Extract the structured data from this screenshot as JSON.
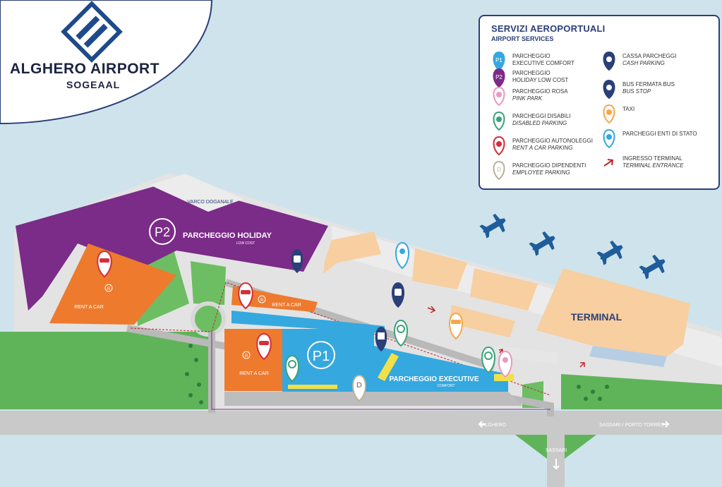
{
  "logo": {
    "name": "ALGHERO AIRPORT",
    "sub": "SOGEAAL"
  },
  "legend": {
    "title": "SERVIZI AEROPORTUALI",
    "subtitle": "AIRPORT SERVICES",
    "items_left": [
      {
        "line1": "PARCHEGGIO",
        "line2": "EXECUTIVE COMFORT",
        "italic": "",
        "color": "#35a8df",
        "glyph": "P1"
      },
      {
        "line1": "PARCHEGGIO",
        "line2": "HOLIDAY LOW COST",
        "italic": "",
        "color": "#7b2b88",
        "glyph": "P2"
      },
      {
        "line1": "PARCHEGGIO ROSA",
        "line2": "",
        "italic": "PINK PARK",
        "color": "#e89bc2",
        "glyph": "person"
      },
      {
        "line1": "PARCHEGGI DISABILI",
        "line2": "",
        "italic": "DISABLED PARKING",
        "color": "#3aa37a",
        "glyph": "wheelchair"
      },
      {
        "line1": "PARCHEGGIO AUTONOLEGGI",
        "line2": "",
        "italic": "RENT A CAR PARKING",
        "color": "#d32f3a",
        "glyph": "car"
      },
      {
        "line1": "PARCHEGGIO DIPENDENTI",
        "line2": "",
        "italic": "EMPLOYEE PARKING",
        "color": "#b9b29a",
        "glyph": "D"
      }
    ],
    "items_right": [
      {
        "line1": "CASSA PARCHEGGI",
        "italic": "CASH PARKING",
        "color": "#2b3f78",
        "glyph": "cash"
      },
      {
        "line1": "BUS FERMATA BUS",
        "italic": "BUS STOP",
        "color": "#2b3f78",
        "glyph": "bus"
      },
      {
        "line1": "TAXI",
        "italic": "",
        "color": "#f4a84a",
        "glyph": "taxi"
      },
      {
        "line1": "PARCHEGGI ENTI DI STATO",
        "italic": "",
        "color": "#35a8df",
        "glyph": "officer"
      },
      {
        "line1": "INGRESSO TERMINAL",
        "italic": "TERMINAL ENTRANCE",
        "color": "#c0272d",
        "glyph": "arrow"
      }
    ]
  },
  "map": {
    "p2_badge": "P2",
    "p2_label": "PARCHEGGIO HOLIDAY",
    "p2_sub": "LOW COST",
    "varco": "VARCO DOGANALE",
    "rent_a_car_1": "RENT A CAR",
    "rent_a_car_2": "RENT A CAR",
    "rent_a_car_3": "RENT A CAR",
    "p1_badge": "P1",
    "p1_label": "PARCHEGGIO EXECUTIVE",
    "p1_sub": "COMFORT",
    "terminal": "TERMINAL",
    "dir_alghero": "ALGHERO",
    "dir_sassari_pt": "SASSARI / PORTO TORRES",
    "dir_sassari": "SASSARI",
    "r_marker": "R",
    "d_marker": "D"
  },
  "colors": {
    "purple": "#7b2b88",
    "orange": "#ee7a2e",
    "blue": "#35a8df",
    "green": "#5fb45a",
    "road": "#c9c9c9",
    "sea": "#cfe3ec",
    "building": "#f7cfa0",
    "plane": "#1f5d9a"
  }
}
